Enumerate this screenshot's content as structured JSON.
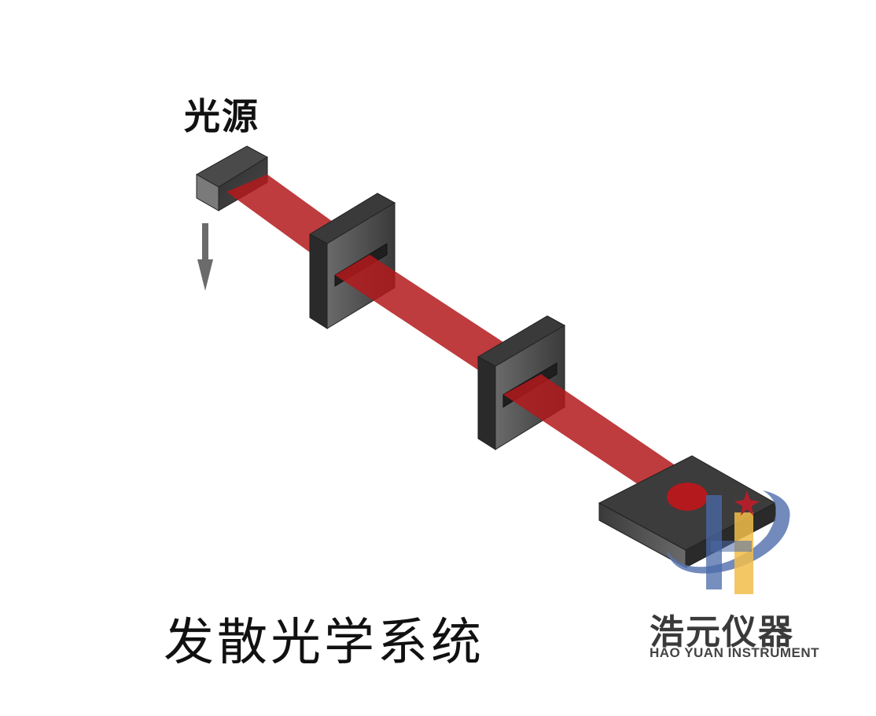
{
  "diagram": {
    "source_label": "光源",
    "caption": "发散光学系统"
  },
  "logo": {
    "name_cn": "浩元仪器",
    "name_en": "HAO YUAN  INSTRUMENT"
  },
  "colors": {
    "beam": "#b3191c",
    "block_dark": "#2f2f2f",
    "block_light": "#6e6e6e",
    "arrow": "#6b6b6b",
    "logo_blue": "#4a6aa8",
    "logo_yellow": "#f2bd4a",
    "logo_star": "#b0202a"
  }
}
